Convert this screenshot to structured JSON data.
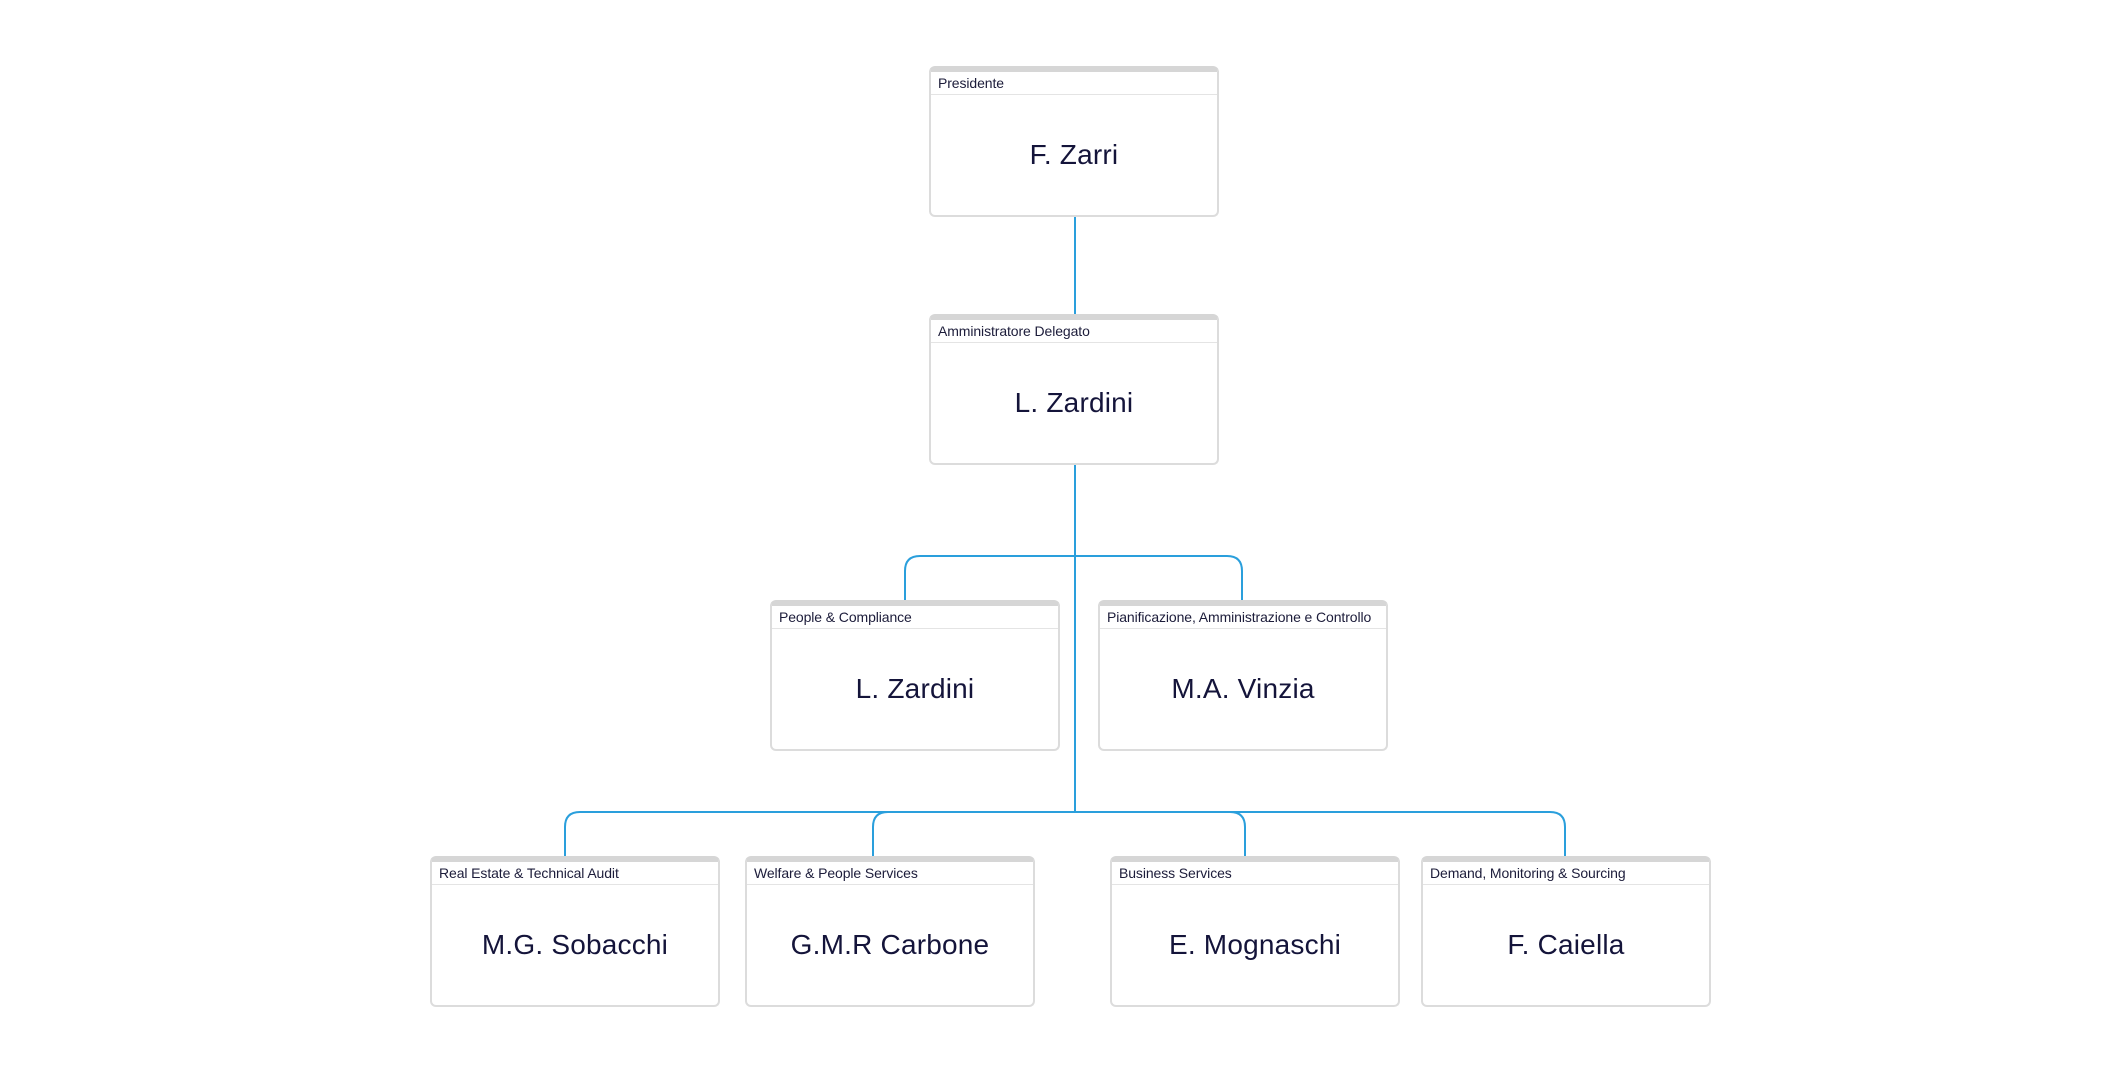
{
  "org_chart": {
    "line_color": "#2a9fdc",
    "nodes": {
      "presidente": {
        "role": "Presidente",
        "name": "F. Zarri"
      },
      "ad": {
        "role": "Amministratore Delegato",
        "name": "L. Zardini"
      },
      "people": {
        "role": "People & Compliance",
        "name": "L. Zardini"
      },
      "pianif": {
        "role": "Pianificazione, Amministrazione e Controllo",
        "name": "M.A. Vinzia"
      },
      "realestate": {
        "role": "Real Estate & Technical Audit",
        "name": "M.G. Sobacchi"
      },
      "welfare": {
        "role": "Welfare & People Services",
        "name": "G.M.R Carbone"
      },
      "business": {
        "role": "Business Services",
        "name": "E. Mognaschi"
      },
      "demand": {
        "role": "Demand, Monitoring & Sourcing",
        "name": "F. Caiella"
      }
    }
  }
}
